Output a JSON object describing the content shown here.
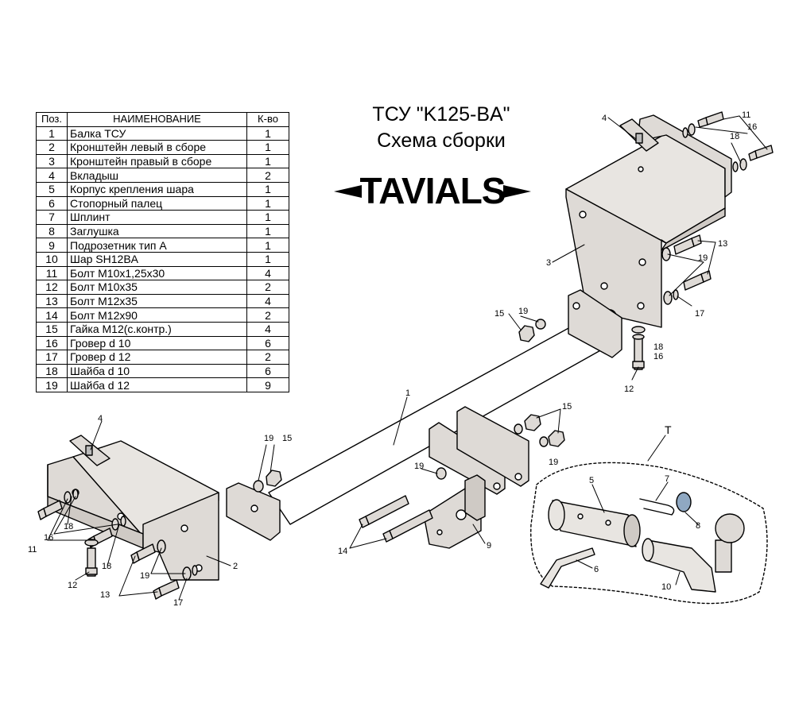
{
  "header": {
    "title": "ТСУ \"K125-BA\"",
    "subtitle": "Схема сборки",
    "logo_text": "TAVIALS"
  },
  "table": {
    "columns": [
      "Поз.",
      "НАИМЕНОВАНИЕ",
      "К-во"
    ],
    "rows": [
      {
        "pos": "1",
        "name": "Балка ТСУ",
        "qty": "1"
      },
      {
        "pos": "2",
        "name": "Кронштейн левый в сборе",
        "qty": "1"
      },
      {
        "pos": "3",
        "name": "Кронштейн правый в сборе",
        "qty": "1"
      },
      {
        "pos": "4",
        "name": "Вкладыш",
        "qty": "2"
      },
      {
        "pos": "5",
        "name": "Корпус крепления шара",
        "qty": "1"
      },
      {
        "pos": "6",
        "name": "Стопорный палец",
        "qty": "1"
      },
      {
        "pos": "7",
        "name": "Шплинт",
        "qty": "1"
      },
      {
        "pos": "8",
        "name": "Заглушка",
        "qty": "1"
      },
      {
        "pos": "9",
        "name": "Подрозетник тип А",
        "qty": "1"
      },
      {
        "pos": "10",
        "name": "Шар SH12BA",
        "qty": "1"
      },
      {
        "pos": "11",
        "name": "Болт М10x1,25x30",
        "qty": "4"
      },
      {
        "pos": "12",
        "name": "Болт М10x35",
        "qty": "2"
      },
      {
        "pos": "13",
        "name": "Болт М12x35",
        "qty": "4"
      },
      {
        "pos": "14",
        "name": "Болт М12x90",
        "qty": "2"
      },
      {
        "pos": "15",
        "name": "Гайка М12(с.контр.)",
        "qty": "4"
      },
      {
        "pos": "16",
        "name": "Гровер d 10",
        "qty": "6"
      },
      {
        "pos": "17",
        "name": "Гровер d 12",
        "qty": "2"
      },
      {
        "pos": "18",
        "name": "Шайба d 10",
        "qty": "6"
      },
      {
        "pos": "19",
        "name": "Шайба d 12",
        "qty": "9"
      }
    ]
  },
  "callouts": {
    "c1": "1",
    "c2": "2",
    "c3": "3",
    "c4": "4",
    "c5": "5",
    "c6": "6",
    "c7": "7",
    "c8": "8",
    "c9": "9",
    "c10": "10",
    "c11": "11",
    "c12": "12",
    "c13": "13",
    "c14": "14",
    "c15": "15",
    "c16": "16",
    "c17": "17",
    "c18": "18",
    "c19": "19",
    "t": "T"
  },
  "colors": {
    "line": "#000000",
    "part_fill": "#dedad6",
    "beam_fill": "#ffffff",
    "plug_fill": "#8fa8c2"
  }
}
